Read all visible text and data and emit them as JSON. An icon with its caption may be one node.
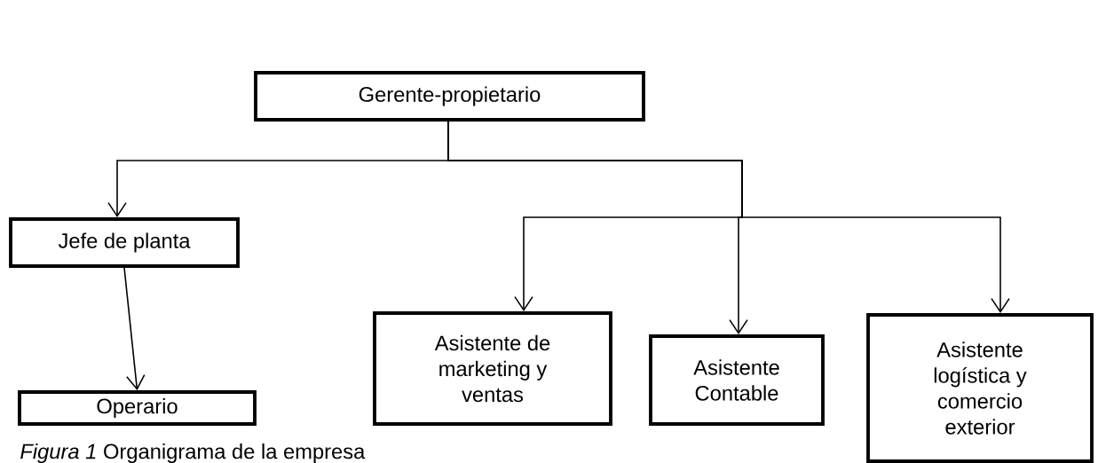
{
  "diagram": {
    "caption": "*Figura 1* Organigrama de la empresa",
    "nodes": [
      {
        "text": [
          "Gerente-propietario"
        ]
      },
      {
        "text": [
          "Jefe de planta"
        ]
      },
      {
        "text": [
          "Operario"
        ]
      },
      {
        "text": [
          "Asistente de marketing y ventas"
        ]
      },
      {
        "text": [
          "Asistente Contable"
        ]
      },
      {
        "text": [
          "Asistente logística y comercio exterior"
        ]
      }
    ],
    "edges": [
      {
        "from": 0,
        "to": 1,
        "arrow": "to"
      },
      {
        "from": 0,
        "to": 3,
        "arrow": "to"
      },
      {
        "from": 0,
        "to": 4,
        "arrow": "to"
      },
      {
        "from": 0,
        "to": 5,
        "arrow": "to"
      },
      {
        "from": 1,
        "to": 2,
        "arrow": "to"
      }
    ]
  }
}
